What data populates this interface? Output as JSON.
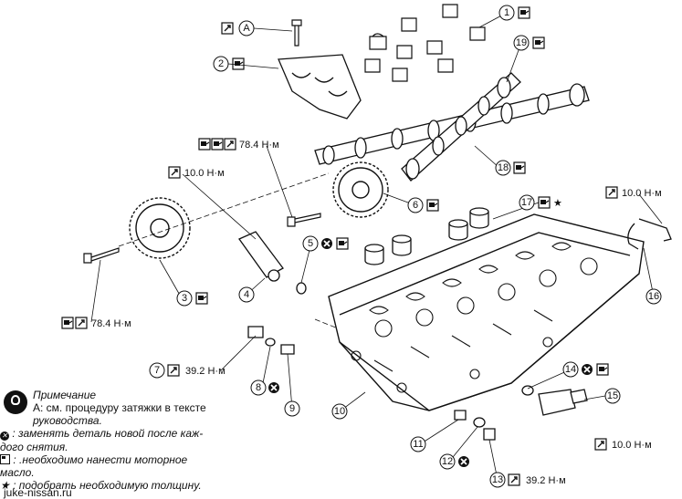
{
  "callouts": [
    "1",
    "2",
    "19",
    "18",
    "6",
    "17",
    "5",
    "4",
    "3",
    "7",
    "8",
    "9",
    "10",
    "11",
    "12",
    "13",
    "14",
    "15",
    "16"
  ],
  "labels": {
    "A": "A",
    "star": "★"
  },
  "torques": {
    "p7": "39.2 Н·м",
    "p13": "39.2 Н·м",
    "sprocket_exh": "78.4 Н·м",
    "solenoid": "10.0 Н·м",
    "sprocket_int": "78.4 Н·м",
    "bracket": "10.0 Н·м",
    "ocv": "10.0 Н·м"
  },
  "notes": {
    "title": "Примечание",
    "a": "А: см. процедуру затяжки в тексте",
    "a_cont": "руководства.",
    "replace": ": заменять деталь новой после каж-",
    "replace_cont": "дого снятия.",
    "oil": ": .необходимо нанести моторное",
    "oil_cont": "масло.",
    "shim": "★ : подобрать необходимую толщину."
  },
  "watermark": "juke-nissan.ru",
  "icons": [
    "wrench-torque-icon",
    "oil-apply-icon",
    "replace-x-icon",
    "lightbulb-icon"
  ]
}
